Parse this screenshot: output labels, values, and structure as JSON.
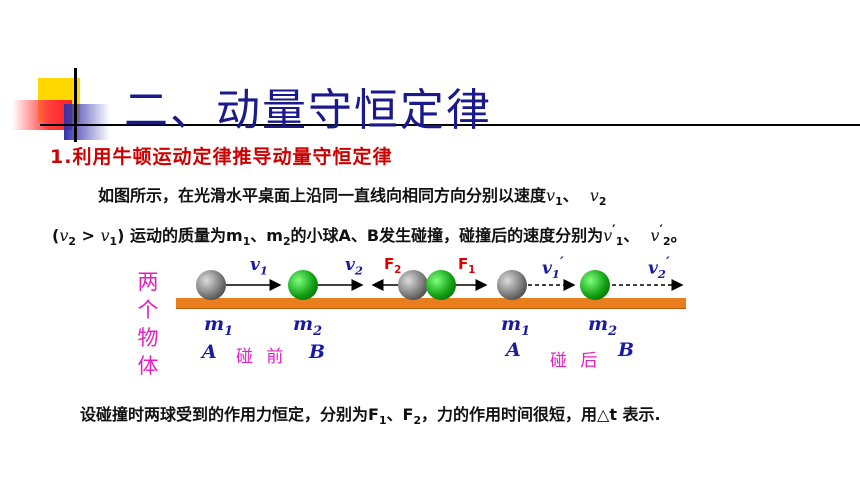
{
  "title": "二、动量守恒定律",
  "subtitle": "1.利用牛顿运动定律推导动量守恒定律",
  "paragraph": {
    "line1_prefix": "如图所示，在光滑水平桌面上沿同一直线向相同方向分别以速度",
    "line1_v1": "v",
    "line1_sep": "、",
    "line1_v2": "v",
    "line2_open": "(",
    "line2_cmp": " > ",
    "line2_close": ")",
    "line2_text_a": "运动的质量为m",
    "line2_text_b": "、m",
    "line2_text_c": "的小球A、B发生碰撞，碰撞后的速度分别为",
    "line2_end": "。",
    "sub1": "1",
    "sub2": "2",
    "prime": "′"
  },
  "figure": {
    "side_label": [
      "两",
      "个",
      "物",
      "体"
    ],
    "before": {
      "v1": "v",
      "v1_sub": "1",
      "v2": "v",
      "v2_sub": "2",
      "m1": "m",
      "m1_sub": "1",
      "m2": "m",
      "m2_sub": "2",
      "a": "A",
      "b": "B",
      "caption": "碰 前"
    },
    "forces": {
      "f2": "F",
      "f2_sub": "2",
      "f1": "F",
      "f1_sub": "1"
    },
    "after": {
      "v1": "v",
      "v1_sub": "1",
      "v1_prime": "′",
      "v2": "v",
      "v2_sub": "2",
      "v2_prime": "′",
      "m1": "m",
      "m1_sub": "1",
      "m2": "m",
      "m2_sub": "2",
      "a": "A",
      "b": "B",
      "caption": "碰 后"
    },
    "colors": {
      "track": "#e87e1e",
      "ball_a": "#6e6e6e",
      "ball_b": "#13a013",
      "force": "#dd0000",
      "label": "#1a1aa0"
    }
  },
  "bottom_text": {
    "prefix": "设碰撞时两球受到的作用力恒定，分别为F",
    "sep": "、F",
    "suffix": "，力的作用时间很短，用△t 表示.",
    "sub1": "1",
    "sub2": "2"
  }
}
